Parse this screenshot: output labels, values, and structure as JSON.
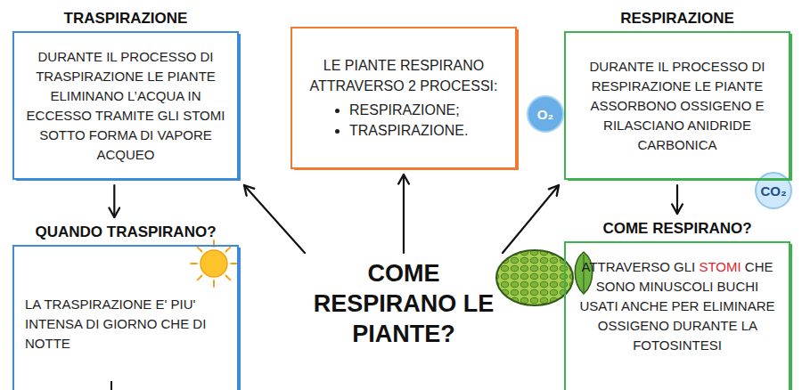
{
  "diagram": {
    "nodes": [
      {
        "text": [
          "TRASPIRAZIONE",
          "DURANTE IL PROCESSO DI TRASPIRAZIONE LE PIANTE ELIMINANO L’ACQUA IN ECCESSO TRAMITE GLI STOMI SOTTO FORMA DI VAPORE ACQUEO"
        ]
      },
      {
        "text": [
          "LE PIANTE RESPIRANO ATTRAVERSO 2 PROCESSI:",
          "RESPIRAZIONE;",
          "TRASPIRAZIONE."
        ]
      },
      {
        "text": [
          "RESPIRAZIONE",
          "DURANTE IL PROCESSO DI RESPIRAZIONE LE PIANTE ASSORBONO OSSIGENO E RILASCIANO ANIDRIDE CARBONICA"
        ]
      },
      {
        "text": [
          "QUANDO TRASPIRANO?",
          "LA TRASPIRAZIONE E' PIU' INTENSA DI GIORNO CHE DI NOTTE"
        ]
      },
      {
        "text": [
          "COME RESPIRANO LE PIANTE?"
        ]
      },
      {
        "text": [
          "COME RESPIRANO?",
          "ATTRAVERSO GLI STOMI CHE SONO MINUSCOLI BUCHI USATI ANCHE PER ELIMINARE OSSIGENO DURANTE LA FOTOSINTESI"
        ]
      }
    ],
    "edges": [
      {
        "from": 4,
        "to": 0,
        "arrow": "to"
      },
      {
        "from": 4,
        "to": 1,
        "arrow": "to"
      },
      {
        "from": 4,
        "to": 2,
        "arrow": "to"
      },
      {
        "from": 0,
        "to": 3,
        "arrow": "to"
      },
      {
        "from": 2,
        "to": 5,
        "arrow": "to"
      }
    ],
    "labels": [
      "O₂",
      "CO₂"
    ]
  }
}
